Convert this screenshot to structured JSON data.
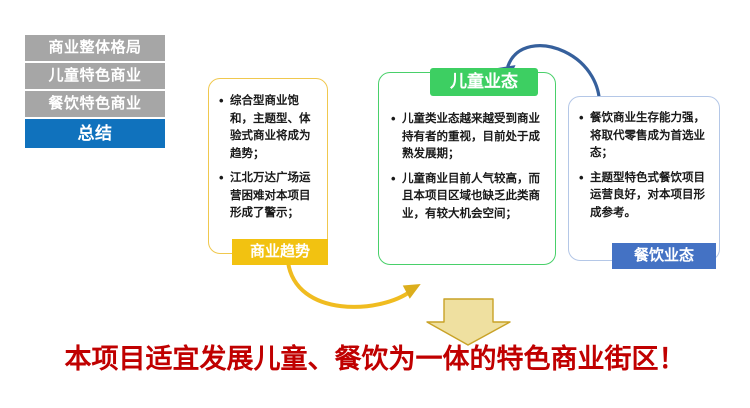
{
  "sidebar": {
    "items": [
      {
        "label": "商业整体格局",
        "state": "inactive"
      },
      {
        "label": "儿童特色商业",
        "state": "inactive"
      },
      {
        "label": "餐饮特色商业",
        "state": "inactive"
      },
      {
        "label": "总结",
        "state": "active"
      }
    ]
  },
  "boxes": {
    "trend": {
      "tag": "商业趋势",
      "bullets": [
        "综合型商业饱和，主题型、体验式商业将成为趋势；",
        "江北万达广场运营困难对本项目形成了警示；"
      ]
    },
    "kids": {
      "tag": "儿童业态",
      "bullets": [
        "儿童类业态越来越受到商业持有者的重视，目前处于成熟发展期；",
        "儿童商业目前人气较高，而且本项目区域也缺乏此类商业，有较大机会空间；"
      ]
    },
    "food": {
      "tag": "餐饮业态",
      "bullets": [
        "餐饮商业生存能力强，将取代零售成为首选业态；",
        "主题型特色式餐饮项目运营良好，对本项目形成参考。"
      ]
    }
  },
  "conclusion": {
    "headline": "本项目适宜发展儿童、餐饮为一体的特色商业街区！"
  },
  "colors": {
    "nav_inactive": "#a6a6a6",
    "nav_active": "#1072bd",
    "trend_accent": "#f2c211",
    "kids_accent": "#3dcf62",
    "food_accent": "#4472c4",
    "headline": "#c00000",
    "arrow_fill": "#efe0a0",
    "arrow_stroke": "#c9a227",
    "curve_yellow": "#f0bc20",
    "curve_blue": "#36609c"
  }
}
